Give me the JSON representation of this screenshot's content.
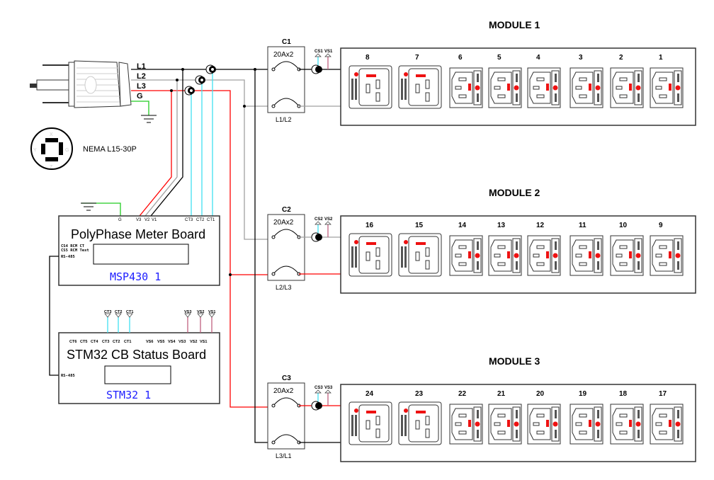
{
  "colors": {
    "l1": "#000000",
    "l2": "#a0a0a0",
    "l3": "#ff0000",
    "ground": "#22cc22",
    "ct": "#40e0f0",
    "vs": "#c06080",
    "mcu_text": "#2020ff",
    "indicator": "#ee1111"
  },
  "plug": {
    "lines": [
      "L1",
      "L2",
      "L3",
      "G"
    ],
    "nema_label": "NEMA L15-30P",
    "pins": [
      "X",
      "Y",
      "Z",
      "G"
    ]
  },
  "meter_board": {
    "title": "PolyPhase Meter Board",
    "mcu": "MSP430   1",
    "inputs": [
      "G",
      "V3",
      "V2",
      "V1",
      "CT3",
      "CT2",
      "CT1"
    ],
    "side_labels": [
      "CS4 RCM CT",
      "CS5 RCM Test",
      "RS-485"
    ]
  },
  "status_board": {
    "title": "STM32 CB Status Board",
    "mcu": "STM32   1",
    "inputs": [
      "CT6",
      "CT5",
      "CT4",
      "CT3",
      "CT2",
      "CT1",
      "VS6",
      "VS5",
      "VS4",
      "VS3",
      "VS2",
      "VS1"
    ],
    "taps": [
      "CT3",
      "CT2",
      "CT1",
      "VS3",
      "VS2",
      "VS1"
    ],
    "side_label": "RS-485"
  },
  "modules": [
    {
      "title": "MODULE 1",
      "breaker": "C1",
      "rating": "20Ax2",
      "phase": "L1/L2",
      "cs": "CS1",
      "vs": "VS1",
      "c19": [
        "8",
        "7"
      ],
      "c13": [
        "6",
        "5",
        "4",
        "3",
        "2",
        "1"
      ]
    },
    {
      "title": "MODULE 2",
      "breaker": "C2",
      "rating": "20Ax2",
      "phase": "L2/L3",
      "cs": "CS2",
      "vs": "VS2",
      "c19": [
        "16",
        "15"
      ],
      "c13": [
        "14",
        "13",
        "12",
        "11",
        "10",
        "9"
      ]
    },
    {
      "title": "MODULE 3",
      "breaker": "C3",
      "rating": "20Ax2",
      "phase": "L3/L1",
      "cs": "CS3",
      "vs": "VS3",
      "c19": [
        "24",
        "23"
      ],
      "c13": [
        "22",
        "21",
        "20",
        "19",
        "18",
        "17"
      ]
    }
  ]
}
